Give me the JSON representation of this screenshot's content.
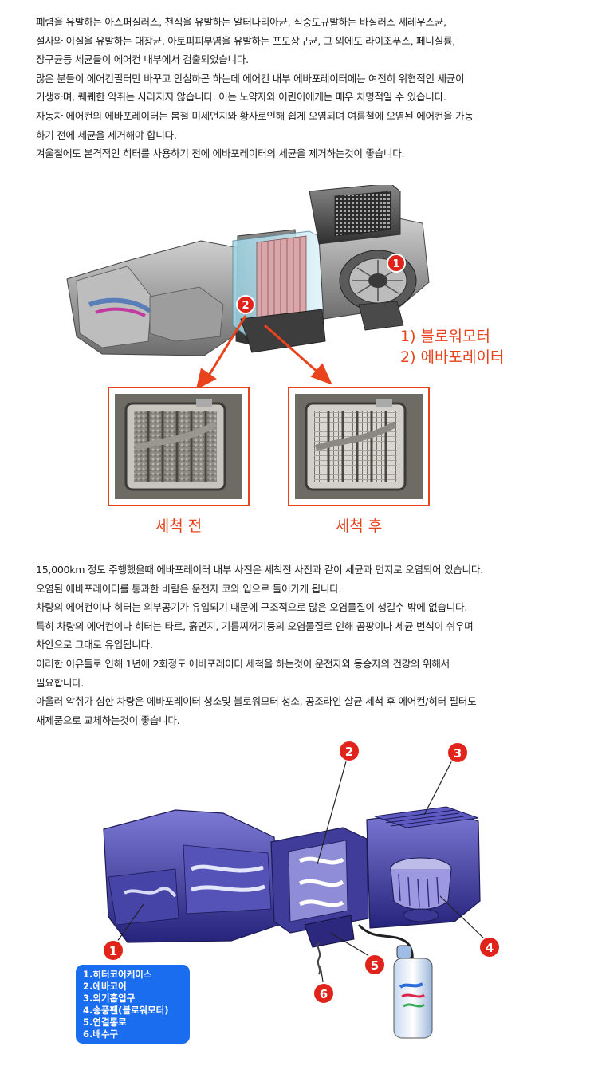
{
  "intro": {
    "lines": [
      "폐렴을 유발하는 아스퍼질러스, 천식을 유발하는 알터나리아균, 식중도규발하는 바실러스 세레우스균,",
      "설사와 이질을 유발하는 대장균, 아토피피부염을 유발하는 포도상구균, 그 외에도 라이조푸스, 페니실륨,",
      "장구균등 세균들이 에어컨 내부에서 검출되었습니다.",
      "많은 분들이 에어컨필터만 바꾸고 안심하곤 하는데 에어컨 내부 에바포레이터에는 여전히 위협적인 세균이",
      "기생하며, 퀘퀘한 악취는 사라지지 않습니다. 이는 노약자와 어린이에게는 매우 치명적일 수 있습니다.",
      "자동차 에어컨의 에바포레이터는 봄철 미세먼지와 황사로인해 쉽게 오염되며 여름철에 오염된 에어컨을 가동",
      "하기 전에 세균을 제거해야 합니다.",
      "겨울철에도 본격적인 히터를 사용하기 전에 에바포레이터의 세균을 제거하는것이 좋습니다."
    ]
  },
  "figure1": {
    "callouts": [
      "1",
      "2"
    ],
    "labels": [
      "1) 블로워모터",
      "2) 에바포레이터"
    ],
    "before_caption": "세척 전",
    "after_caption": "세척 후"
  },
  "body": {
    "lines": [
      "15,000km 정도 주행했을때 에바포레이터 내부 사진은 세척전 사진과 같이 세균과 먼지로 오염되어 있습니다.",
      "오염된 에바포레이터를 통과한 바람은 운전자 코와 입으로 들어가게 됩니다.",
      "차량의 에어컨이나 히터는 외부공기가 유입되기 때문에 구조적으로 많은 오염물질이 생길수 밖에 없습니다.",
      "특히 차량의 에어컨이나 히터는 타르, 흙먼지, 기름찌꺼기등의 오염물질로 인해 곰팡이나 세균 번식이 쉬우며",
      "차안으로 그대로 유입됩니다.",
      "이러한 이유들로 인해 1년에 2회정도 에바포레이터 세척을 하는것이 운전자와 동승자의 건강의 위해서",
      "필요합니다.",
      "아울러 악취가 심한 차량은 에바포레이터 청소및 블로워모터 청소, 공조라인 살균 세척 후 에어컨/히터 필터도",
      "새제품으로 교체하는것이 좋습니다."
    ]
  },
  "figure2": {
    "callouts": [
      "1",
      "2",
      "3",
      "4",
      "5",
      "6"
    ],
    "legend": [
      "1.히터코어케이스",
      "2.에바코어",
      "3.외기흡입구",
      "4.송풍팬(블로워모터)",
      "5.연결통로",
      "6.배수구"
    ]
  },
  "colors": {
    "accent_red": "#e8431c",
    "callout_red": "#e0241b",
    "legend_blue": "#1b6df0",
    "diagram_purple": "#3a37a0"
  }
}
